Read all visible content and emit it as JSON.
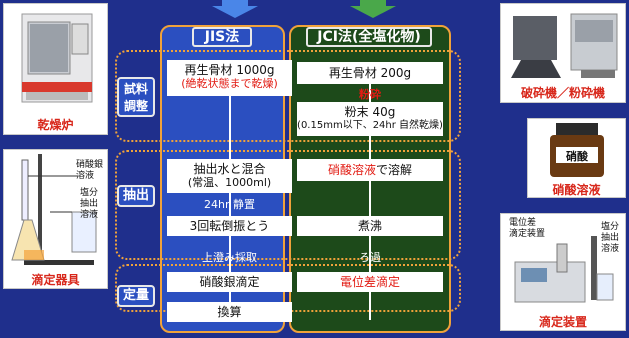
{
  "columns": {
    "jis": {
      "title": "JIS法"
    },
    "jci": {
      "title": "JCI法(全塩化物)"
    }
  },
  "stages": [
    "試料\n調整",
    "抽出",
    "定量"
  ],
  "jis_steps": {
    "s1_line1": "再生骨材 1000g",
    "s1_line2": "(絶乾状態まで乾燥)",
    "s2_line1": "抽出水と混合",
    "s2_line2": "(常温、1000ml)",
    "note1": "24hr 静置",
    "s3": "3回転倒振とう",
    "note2": "上澄み採取",
    "s4": "硝酸銀滴定",
    "s5": "換算"
  },
  "jci_steps": {
    "s1": "再生骨材 200g",
    "note1": "粉砕",
    "s2_line1": "粉末 40g",
    "s2_line2": "(0.15mm以下、24hr 自然乾燥)",
    "s3_red": "硝酸溶液",
    "s3_black": "で溶解",
    "s4": "煮沸",
    "note2": "ろ過",
    "s5": "電位差滴定"
  },
  "left_images": {
    "oven": {
      "caption": "乾燥炉"
    },
    "titration": {
      "caption": "滴定器具",
      "label1": "硝酸銀\n溶液",
      "label2": "塩分\n抽出\n溶液"
    }
  },
  "right_images": {
    "crusher": {
      "caption": "破砕機／粉砕機"
    },
    "nitric": {
      "caption": "硝酸溶液",
      "bottle_label": "硝酸"
    },
    "device": {
      "caption": "滴定装置",
      "label1": "電位差\n滴定装置",
      "label2": "塩分\n抽出\n溶液"
    }
  },
  "colors": {
    "background": "#1f2f8c",
    "jis_panel": "#2b4fc0",
    "jci_panel": "#1d4a1a",
    "accent_red": "#e21a12",
    "dotted_orange": "#f0a23a"
  }
}
